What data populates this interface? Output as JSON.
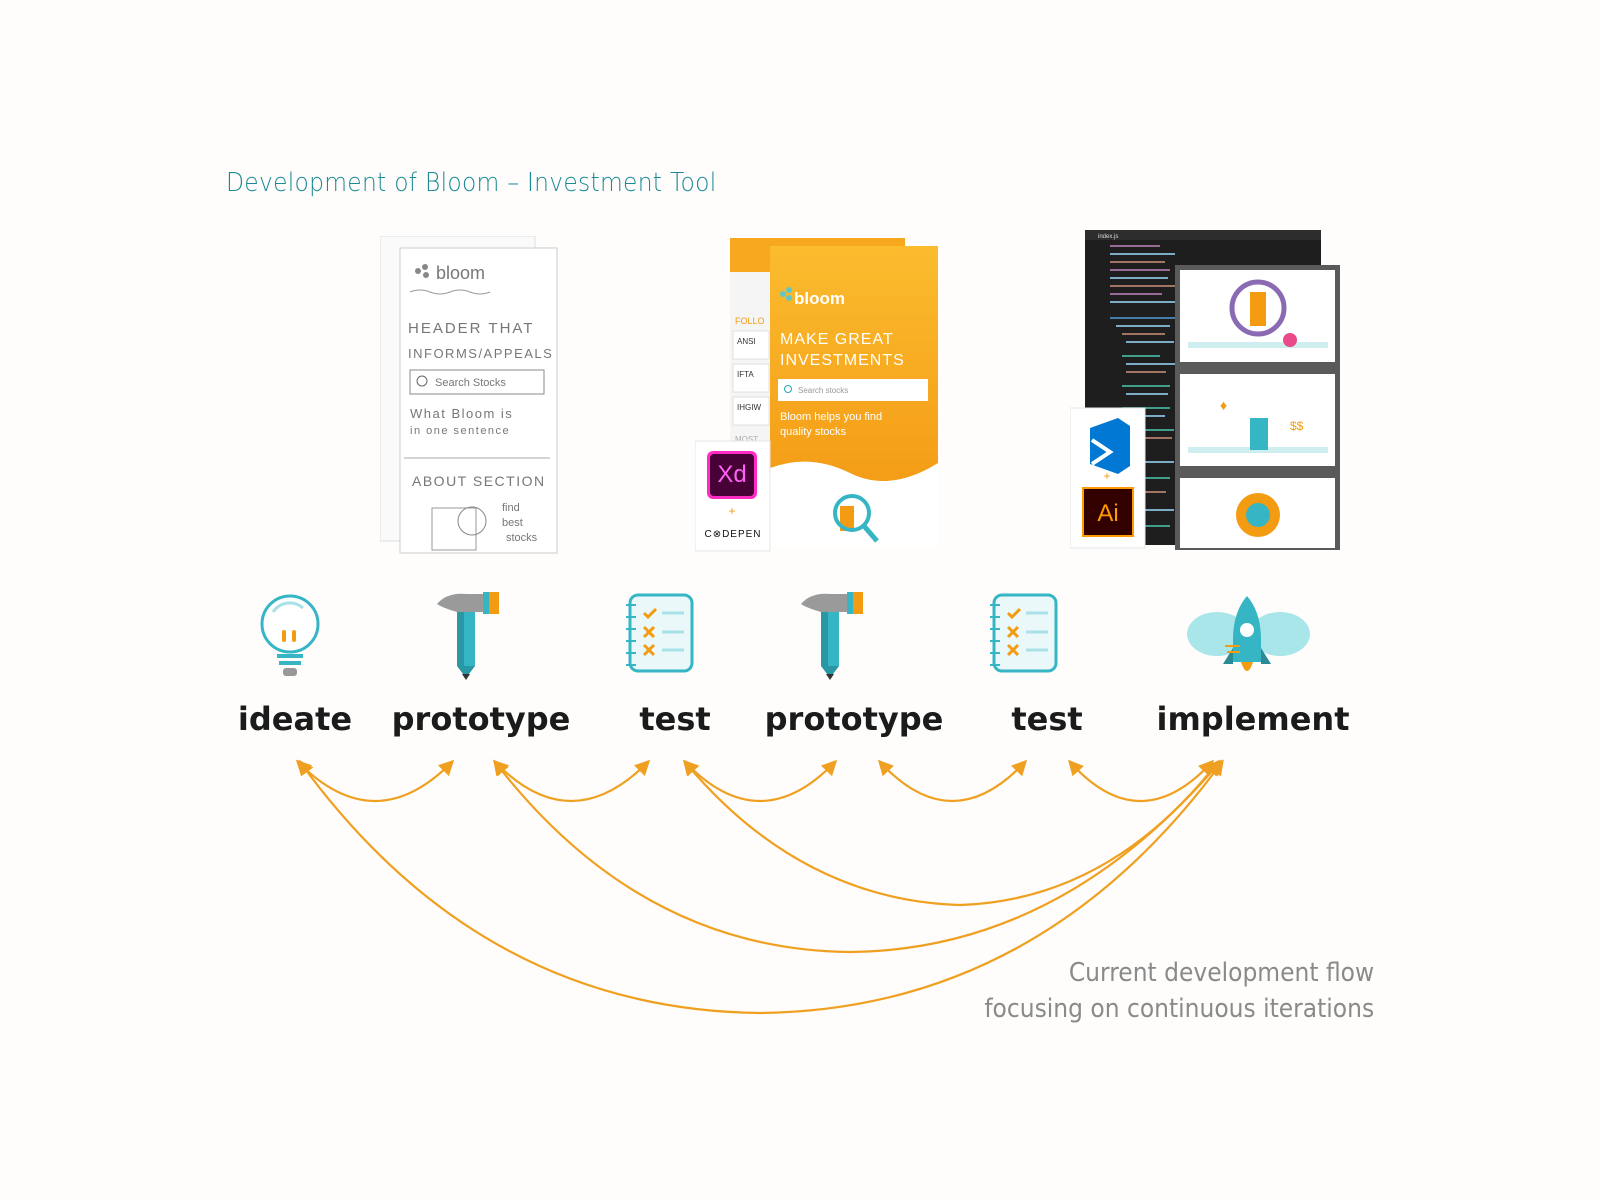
{
  "title": "Development of Bloom – Investment Tool",
  "steps": [
    {
      "label": "ideate",
      "icon": "lightbulb-icon"
    },
    {
      "label": "prototype",
      "icon": "hammer-icon"
    },
    {
      "label": "test",
      "icon": "checklist-icon"
    },
    {
      "label": "prototype",
      "icon": "hammer-icon"
    },
    {
      "label": "test",
      "icon": "checklist-icon"
    },
    {
      "label": "implement",
      "icon": "rocket-icon"
    }
  ],
  "caption": {
    "line1": "Current development flow",
    "line2": "focusing on continuous iterations"
  },
  "sketch": {
    "brand": "bloom",
    "header": "HEADER THAT",
    "header2": "INFORMS/APPEALS",
    "search": "Search Stocks",
    "sentence1": "What Bloom is",
    "sentence2": "in one sentence",
    "about": "ABOUT SECTION",
    "find1": "find",
    "find2": "best",
    "find3": "stocks"
  },
  "mockup": {
    "brand": "bloom",
    "headline1": "MAKE GREAT",
    "headline2": "INVESTMENTS",
    "search_placeholder": "Search stocks",
    "tagline1": "Bloom helps you find",
    "tagline2": "quality stocks",
    "follow": "FOLLO",
    "tickers": [
      "ANSI",
      "IFTA",
      "IHGIW"
    ],
    "most": "MOST",
    "xd_label": "Xd",
    "codepen_label": "C⊗DEPEN"
  },
  "code": {
    "tab": "index.js",
    "ai_label": "Ai"
  },
  "colors": {
    "accent": "#1a8a96",
    "orange": "#f39c12",
    "arrow": "#f0a020",
    "teal": "#36b5c4"
  }
}
